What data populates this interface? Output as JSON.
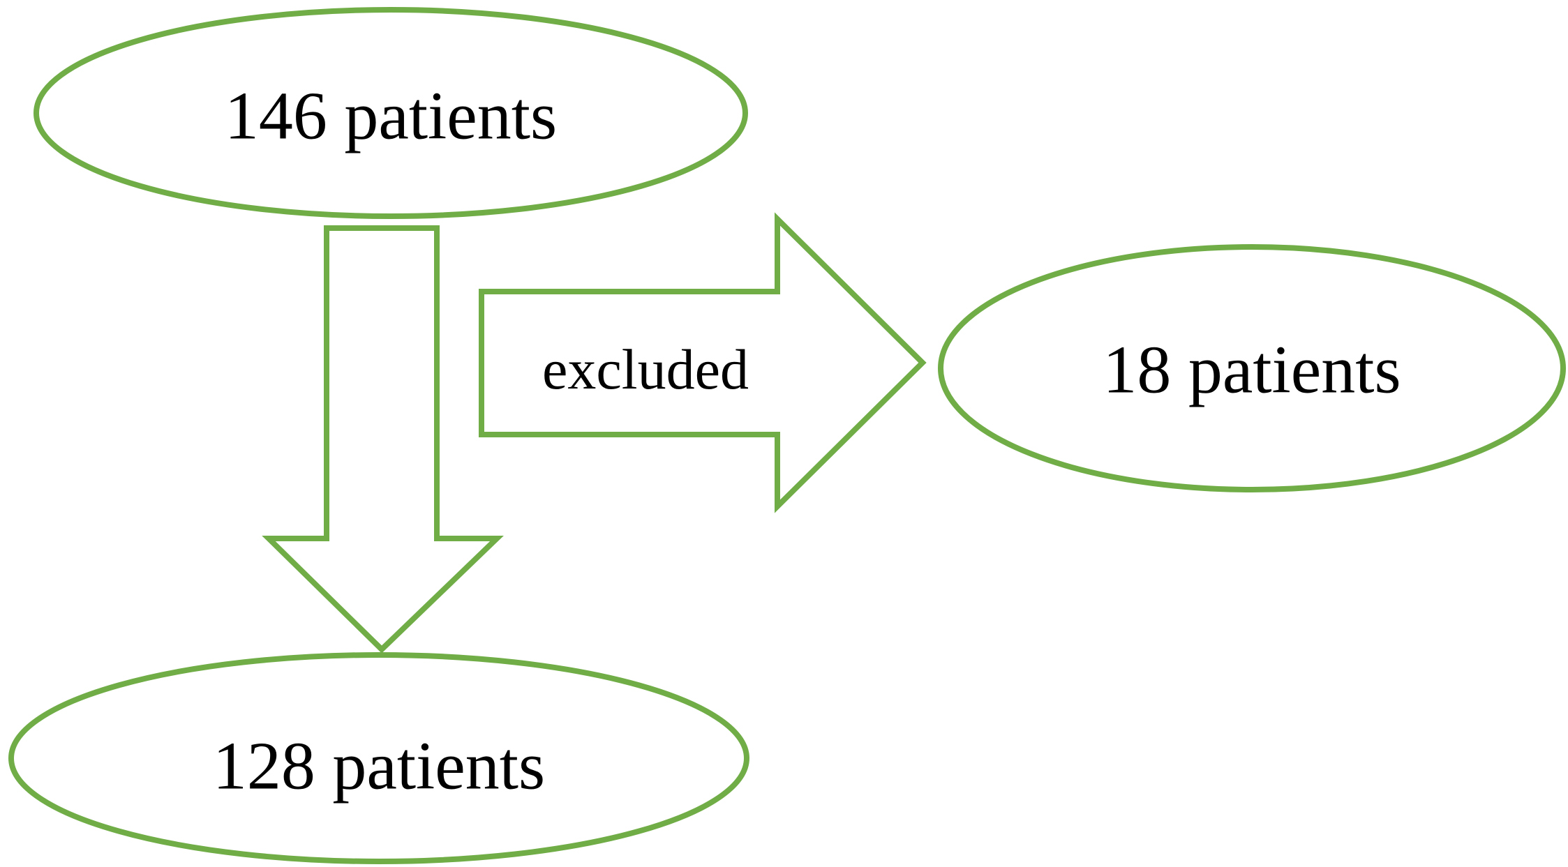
{
  "colors": {
    "outline": "#70ad47",
    "text": "#000000",
    "background": "#ffffff"
  },
  "nodes": {
    "total": {
      "label": "146 patients"
    },
    "excluded": {
      "label": "18 patients"
    },
    "included": {
      "label": "128 patients"
    }
  },
  "arrows": {
    "exclusion": {
      "label": "excluded"
    },
    "inclusion": {
      "label": ""
    }
  }
}
